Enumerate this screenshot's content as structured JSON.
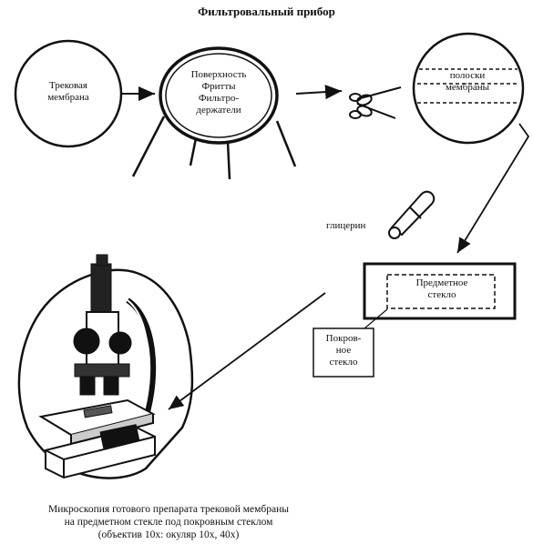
{
  "title": "Фильтровальный прибор",
  "membrane": {
    "line1": "Трековая",
    "line2": "мембрана"
  },
  "filter": {
    "line1": "Поверхность",
    "line2": "Фритты",
    "line3": "Фильтро-",
    "line4": "держатели"
  },
  "strips": {
    "line1": "полоски",
    "line2": "мембраны"
  },
  "glycerin": "глицерин",
  "slide": {
    "line1": "Предметное",
    "line2": "стекло"
  },
  "coverslip": {
    "line1": "Покров-",
    "line2": "ное",
    "line3": "стекло"
  },
  "caption": {
    "line1": "Микроскопия готового препарата трековой мембраны",
    "line2": "на предметном стекле под покровным стеклом",
    "line3": "(объектив 10х: окуляр 10х, 40х)"
  },
  "icons": [
    "scissors-icon",
    "dropper-icon",
    "microscope-illustration"
  ]
}
